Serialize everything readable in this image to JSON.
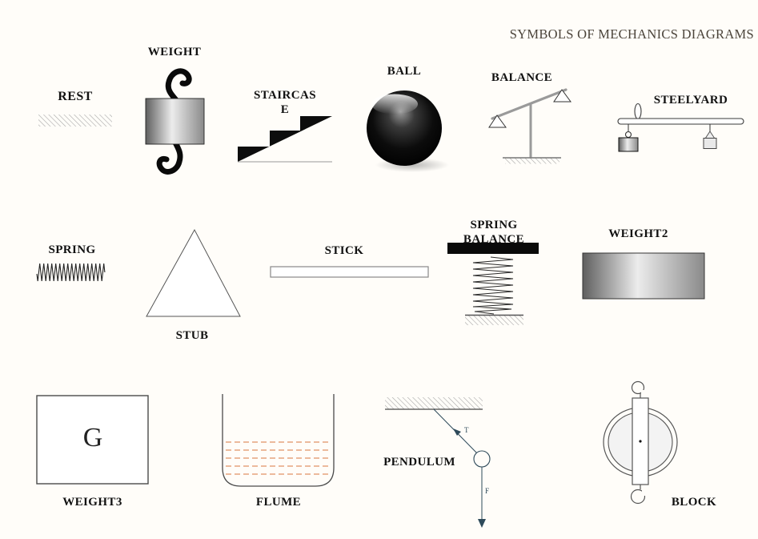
{
  "title": "SYMBOLS OF MECHANICS DIAGRAMS",
  "symbols": {
    "rest": {
      "label": "REST"
    },
    "weight": {
      "label": "WEIGHT"
    },
    "staircase": {
      "label_line1": "STAIRCAS",
      "label_line2": "E"
    },
    "ball": {
      "label": "BALL"
    },
    "balance": {
      "label": "BALANCE"
    },
    "steelyard": {
      "label": "STEELYARD"
    },
    "spring": {
      "label": "SPRING"
    },
    "stub": {
      "label": "STUB"
    },
    "stick": {
      "label": "STICK"
    },
    "spring_balance": {
      "label_line1": "SPRING",
      "label_line2": "BALANCE"
    },
    "weight2": {
      "label": "WEIGHT2"
    },
    "weight3": {
      "label": "WEIGHT3",
      "mass_symbol": "G"
    },
    "flume": {
      "label": "FLUME"
    },
    "pendulum": {
      "label": "PENDULUM",
      "tension_arrow_label": "T",
      "force_arrow_label": "F"
    },
    "block": {
      "label": "BLOCK"
    }
  },
  "colors": {
    "title_ink": "#4b443b",
    "label_ink": "#111111",
    "pendulum_ink": "#2e4a5a",
    "flume_water": "#e5a37d",
    "hatch_gray": "#a8a8a8",
    "metal_dark": "#5f5f5f",
    "metal_light": "#ececec"
  }
}
